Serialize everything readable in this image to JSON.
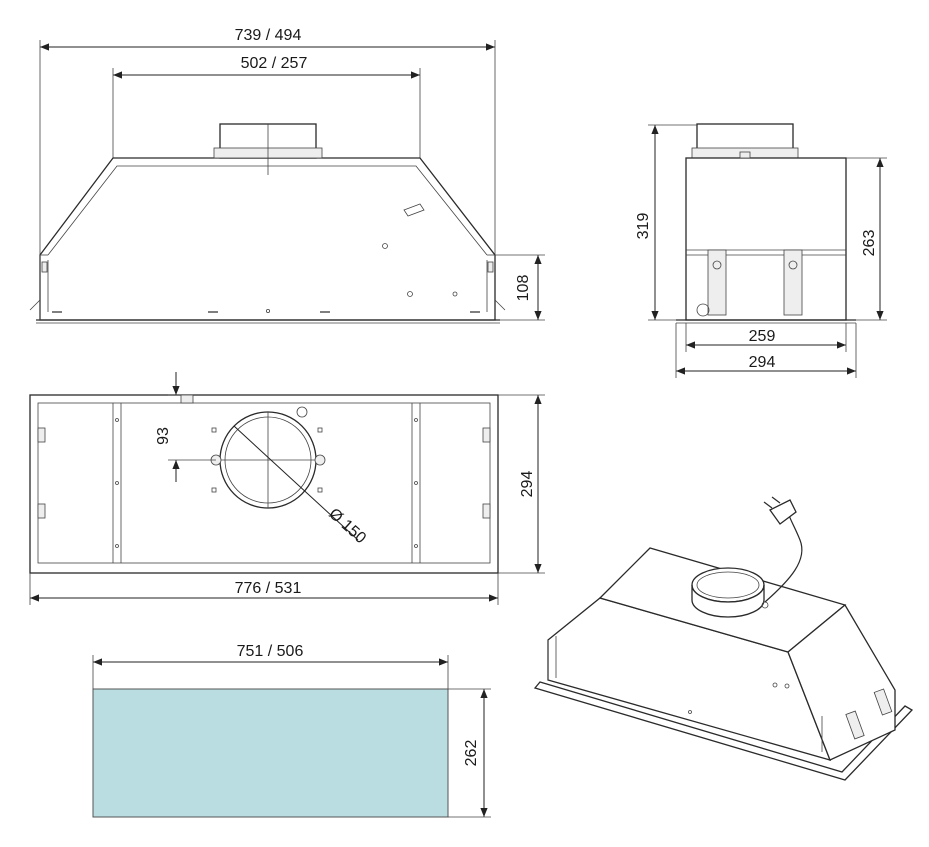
{
  "drawing": {
    "front_view": {
      "overall_width_label": "739 / 494",
      "top_width_label": "502 / 257",
      "side_height_label": "108"
    },
    "side_view": {
      "total_height_label": "319",
      "body_height_label": "263",
      "inner_depth_label": "259",
      "outer_depth_label": "294"
    },
    "top_view": {
      "offset_label": "93",
      "depth_label": "294",
      "diameter_label": "Ø 150",
      "length_label": "776 / 531"
    },
    "cutout": {
      "width_label": "751 / 506",
      "height_label": "262",
      "fill_color": "#b9dde0"
    }
  }
}
